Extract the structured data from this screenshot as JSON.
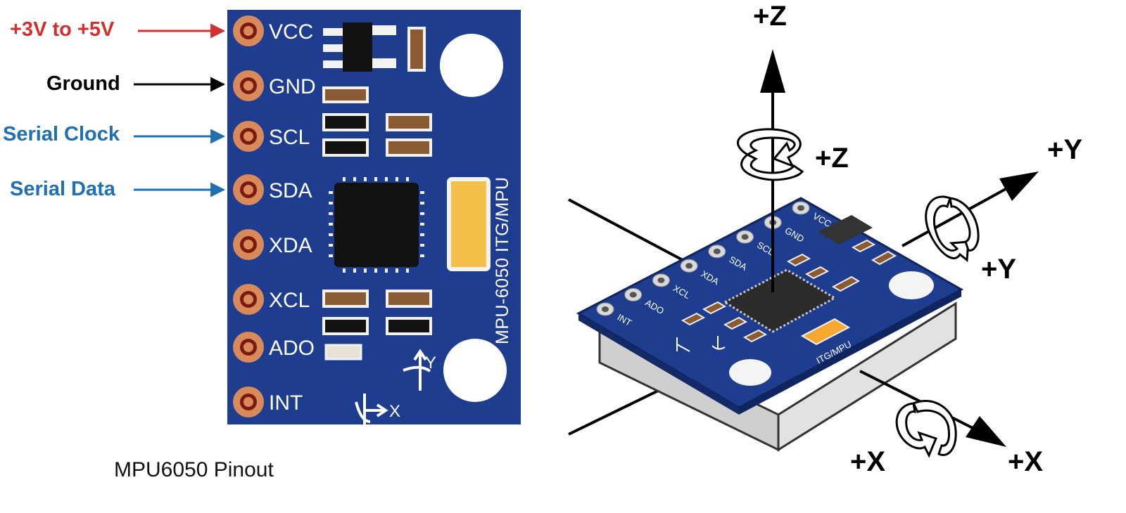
{
  "pinout": {
    "caption": "MPU6050 Pinout",
    "chip_label": "MPU-6050 ITG/MPU",
    "pins": [
      "VCC",
      "GND",
      "SCL",
      "SDA",
      "XDA",
      "XCL",
      "ADO",
      "INT"
    ],
    "annotations": [
      {
        "text": "+3V to +5V",
        "color": "#d32f2f"
      },
      {
        "text": "Ground",
        "color": "#000000"
      },
      {
        "text": "Serial Clock",
        "color": "#1f6fb2"
      },
      {
        "text": "Serial Data",
        "color": "#1f6fb2"
      }
    ],
    "board_axes": {
      "y": "Y",
      "x": "X"
    }
  },
  "orientation": {
    "axes": {
      "z_top": "+Z",
      "z_rot": "+Z",
      "y_tip": "+Y",
      "y_rot": "+Y",
      "x_tip": "+X",
      "x_rot": "+X"
    },
    "board_pins": [
      "VCC",
      "GND",
      "SCL",
      "SDA",
      "XDA",
      "XCL",
      "ADO",
      "INT"
    ],
    "board_label": "ITG/MPU"
  },
  "colors": {
    "board_blue": "#1f3d8f",
    "pad_copper": "#d98a5a",
    "chip_black": "#111111",
    "component_brown": "#8a5a32",
    "capacitor_yellow": "#f5c04a",
    "base_gray": "#d9d9d9"
  }
}
